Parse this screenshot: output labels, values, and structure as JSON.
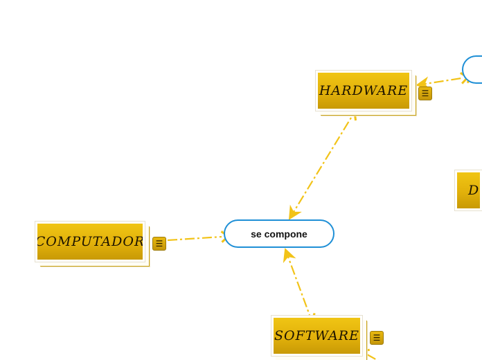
{
  "nodes": {
    "hardware": {
      "label": "HARDWARE"
    },
    "software": {
      "label": "SOFTWARE"
    },
    "computador": {
      "label": "COMPUTADOR"
    },
    "partial_right": {
      "label": "D."
    },
    "link_label": {
      "label": "se compone"
    },
    "partial_pill": {
      "label": ""
    }
  },
  "note_icon": "note-icon",
  "colors": {
    "topic_fill": "#e2b10b",
    "connector": "#f2c318",
    "pill_border": "#1e8fd6"
  }
}
